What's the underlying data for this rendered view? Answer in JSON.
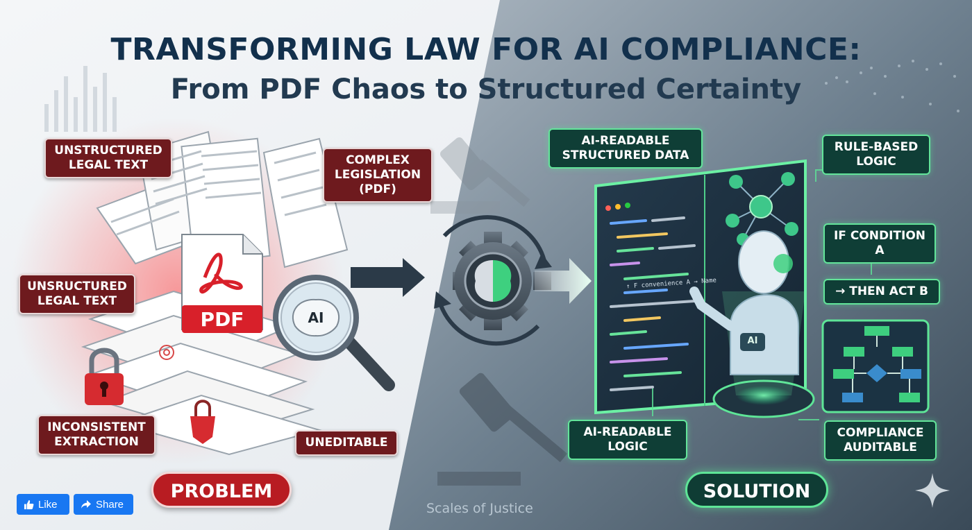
{
  "header": {
    "title": "TRANSFORMING LAW FOR AI COMPLIANCE:",
    "subtitle": "From PDF Chaos to Structured Certainty"
  },
  "problem": {
    "labels": {
      "unstructured_top": "UNSTRUCTURED\nLEGAL TEXT",
      "complex": "COMPLEX\nLEGISLATION\n(PDF)",
      "unstructured_mid": "UNSRUCTURED\nLEGAL TEXT",
      "inconsistent": "INCONSISTENT\nEXTRACTION",
      "uneditable": "UNEDITABLE"
    },
    "pdf_badge": "PDF",
    "ai_glass": "AI",
    "pill": "PROBLEM"
  },
  "solution": {
    "labels": {
      "structured_data": "AI-READABLE\nSTRUCTURED DATA",
      "rule_logic": "RULE-BASED\nLOGIC",
      "if_condition": "IF CONDITION\nA",
      "then_act": "→ THEN ACT B",
      "ai_logic": "AI-READABLE\nLOGIC",
      "auditable": "COMPLIANCE\nAUDITABLE"
    },
    "robot_badge": "AI",
    "code_text": "↑ F convenience A → Name",
    "pill": "SOLUTION"
  },
  "footer": {
    "caption": "Scales of Justice",
    "like_label": "Like",
    "share_label": "Share"
  },
  "colors": {
    "problem_red": "#b81c22",
    "label_red": "#6e1a1e",
    "solution_green": "#5ee597",
    "label_green": "#0f3e36",
    "title_navy": "#12304c"
  },
  "icons": [
    "pdf-icon",
    "magnifier-icon",
    "brain-icon",
    "gear-icon",
    "padlock-icon",
    "gavel-icon",
    "robot-icon",
    "flowchart-icon",
    "like-icon",
    "share-icon",
    "sparkle-icon"
  ]
}
